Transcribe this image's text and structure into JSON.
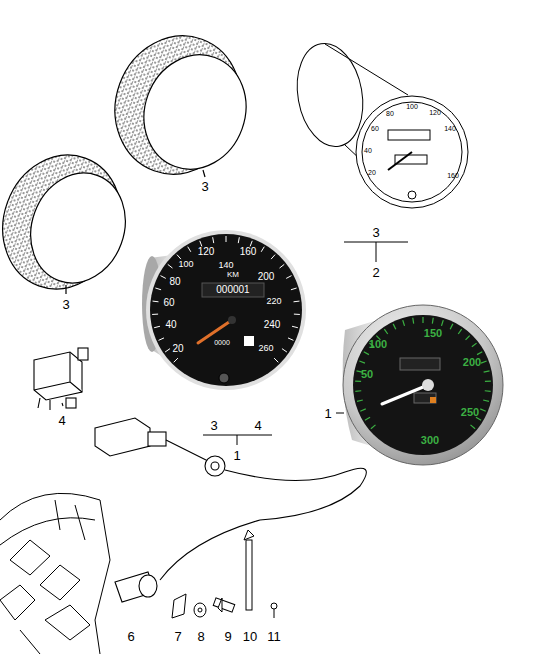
{
  "diagram": {
    "labels": [
      "3",
      "3",
      "2",
      "3",
      "4",
      "3",
      "4",
      "1",
      "1",
      "6",
      "7",
      "8",
      "9",
      "10",
      "11",
      "120",
      "140",
      "160",
      "100",
      "200",
      "80",
      "220",
      "60",
      "240",
      "40",
      "260",
      "20",
      "KM",
      "000001",
      "0000",
      "100",
      "150",
      "200",
      "250",
      "300",
      "50",
      "20",
      "40",
      "60",
      "80",
      "100",
      "120",
      "140",
      "160"
    ]
  }
}
